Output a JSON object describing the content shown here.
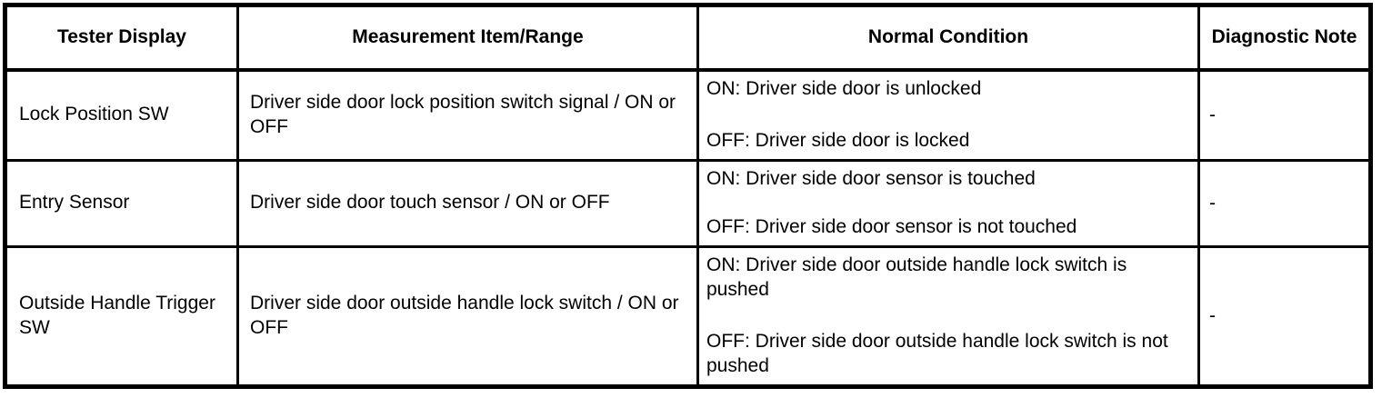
{
  "table": {
    "headers": [
      {
        "label": "Tester Display",
        "name": "header-tester-display"
      },
      {
        "label": "Measurement Item/Range",
        "name": "header-measurement-item-range"
      },
      {
        "label": "Normal Condition",
        "name": "header-normal-condition"
      },
      {
        "label": "Diagnostic Note",
        "name": "header-diagnostic-note"
      }
    ],
    "rows": [
      {
        "tester_display": "Lock Position SW",
        "measurement_item": "Driver side door lock position switch signal / ON or OFF",
        "normal_condition_on": "ON: Driver side door is unlocked",
        "normal_condition_off": "OFF: Driver side door is locked",
        "diagnostic_note": "-"
      },
      {
        "tester_display": "Entry Sensor",
        "measurement_item": "Driver side door touch sensor / ON or OFF",
        "normal_condition_on": "ON: Driver side door sensor is touched",
        "normal_condition_off": "OFF: Driver side door sensor is not touched",
        "diagnostic_note": "-"
      },
      {
        "tester_display": "Outside Handle Trigger SW",
        "measurement_item": "Driver side door outside handle lock switch / ON or OFF",
        "normal_condition_on": "ON: Driver side door outside handle lock switch is pushed",
        "normal_condition_off": "OFF: Driver side door outside handle lock switch is not pushed",
        "diagnostic_note": "-"
      }
    ]
  },
  "colors": {
    "border": "#000000",
    "text": "#000000",
    "background": "#ffffff"
  }
}
